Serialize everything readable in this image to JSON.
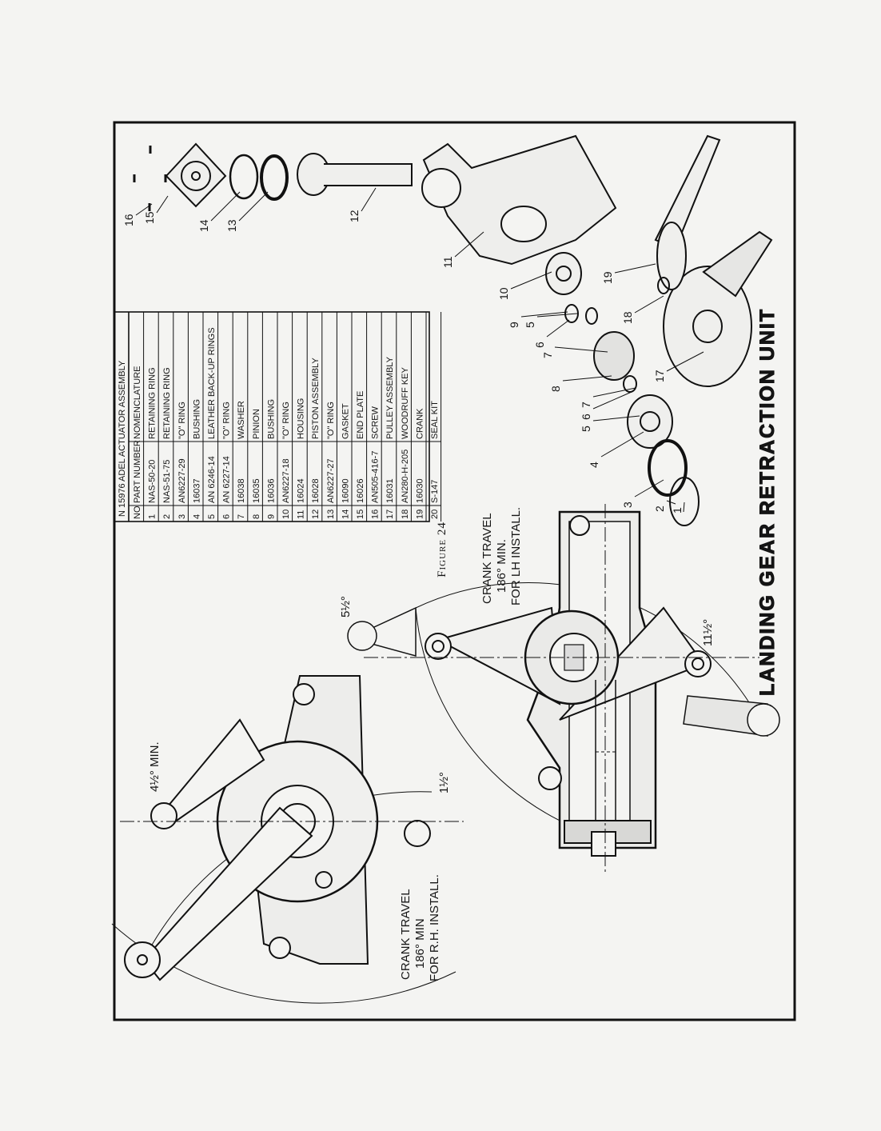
{
  "figure_caption": "Figure 24",
  "drawing_title": "LANDING GEAR RETRACTION UNIT",
  "parts_table": {
    "title": "N 15976 ADEL ACTUATOR ASSEMBLY",
    "headers": [
      "NO",
      "PART NUMBER",
      "NOMENCLATURE"
    ],
    "rows": [
      [
        "1",
        "NAS-50-20",
        "RETAINING RING"
      ],
      [
        "2",
        "NAS-51-75",
        "RETAINING RING"
      ],
      [
        "3",
        "AN6227-29",
        "\"O\" RING"
      ],
      [
        "4",
        "16037",
        "BUSHING"
      ],
      [
        "5",
        "AN 6246-14",
        "LEATHER BACK-UP RINGS"
      ],
      [
        "6",
        "AN 6227-14",
        "\"O\" RING"
      ],
      [
        "7",
        "16038",
        "WASHER"
      ],
      [
        "8",
        "16035",
        "PINION"
      ],
      [
        "9",
        "16036",
        "BUSHING"
      ],
      [
        "10",
        "AN6227-18",
        "\"O\" RING"
      ],
      [
        "11",
        "16024",
        "HOUSING"
      ],
      [
        "12",
        "16028",
        "PISTON ASSEMBLY"
      ],
      [
        "13",
        "AN6227-27",
        "\"O\" RING"
      ],
      [
        "14",
        "16090",
        "GASKET"
      ],
      [
        "15",
        "16026",
        "END PLATE"
      ],
      [
        "16",
        "AN505-416-7",
        "SCREW"
      ],
      [
        "17",
        "16031",
        "PULLEY ASSEMBLY"
      ],
      [
        "18",
        "AN280-H-205",
        "WOODRUFF KEY"
      ],
      [
        "19",
        "16030",
        "CRANK"
      ],
      [
        "20",
        "S-147",
        "SEAL KIT"
      ]
    ]
  },
  "annotations": {
    "crank_travel_lh": [
      "CRANK TRAVEL",
      "186° MIN.",
      "FOR LH INSTALL."
    ],
    "crank_travel_rh": [
      "CRANK TRAVEL",
      "186° MIN",
      "FOR R.H. INSTALL."
    ],
    "dim_5_half": "5½°",
    "dim_11_half_lh": "11½°",
    "dim_4_half_min": "4½° MIN.",
    "dim_1_half": "1½°"
  },
  "callouts": [
    "16",
    "15",
    "14",
    "13",
    "12",
    "11",
    "10",
    "9",
    "6",
    "5",
    "7",
    "8",
    "5",
    "6",
    "7",
    "4",
    "3",
    "2",
    "1",
    "17",
    "18",
    "19"
  ]
}
